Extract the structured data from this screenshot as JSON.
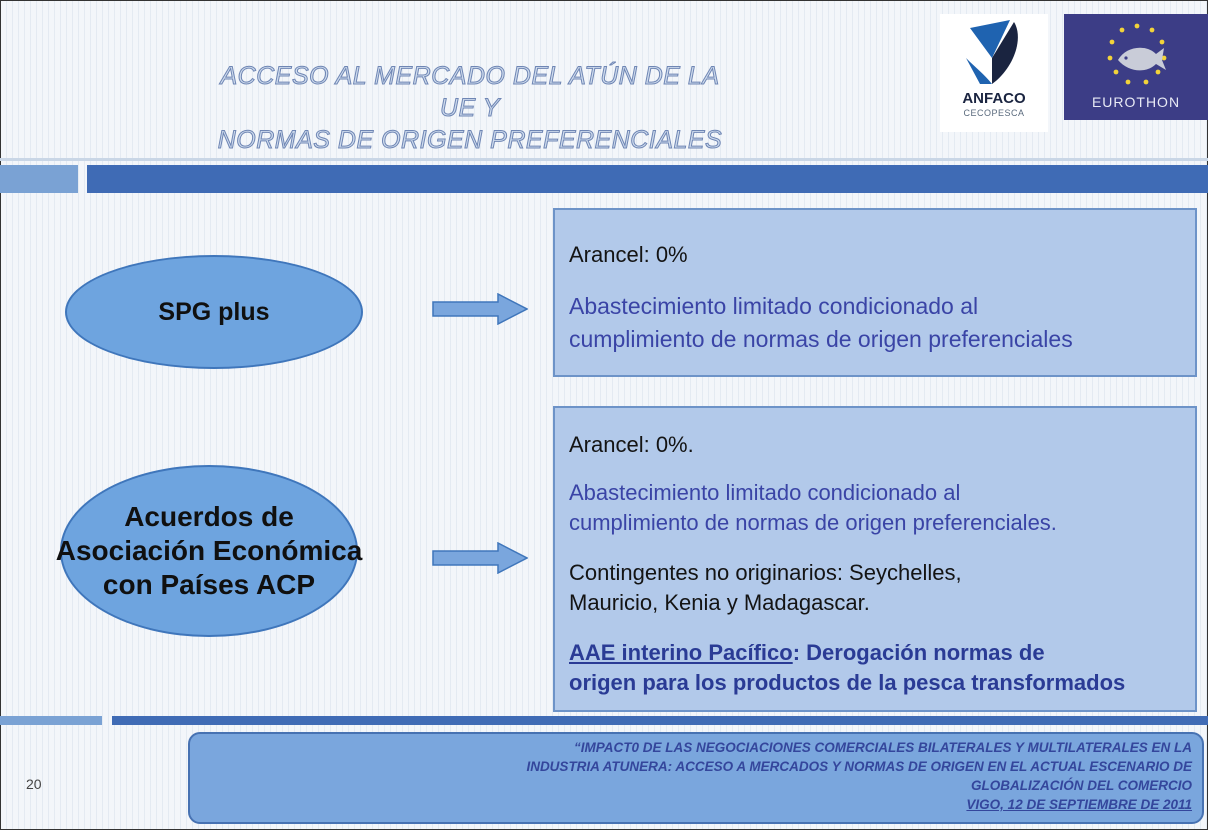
{
  "title": {
    "line1": "ACCESO AL MERCADO DEL ATÚN DE LA UE Y",
    "line2": "NORMAS DE ORIGEN PREFERENCIALES"
  },
  "logos": {
    "anfaco": {
      "name": "ANFACO",
      "sub": "CECOPESCA",
      "icon": "fish-fin-logo-icon"
    },
    "eurothon": {
      "name": "EUROTHON",
      "icon": "tuna-stars-logo-icon"
    }
  },
  "rows": [
    {
      "oval_lines": [
        "SPG plus"
      ],
      "box": [
        {
          "text": "Arancel: 0%",
          "style": "black"
        },
        {
          "text": "Abastecimiento limitado condicionado al",
          "style": "blue"
        },
        {
          "text": "cumplimiento de normas de origen preferenciales",
          "style": "blue"
        }
      ]
    },
    {
      "oval_lines": [
        "Acuerdos de",
        "Asociación Económica",
        "con Países ACP"
      ],
      "box": [
        {
          "text": "Arancel: 0%.",
          "style": "black"
        },
        {
          "text": "Abastecimiento limitado condicionado al",
          "style": "blue"
        },
        {
          "text": "cumplimiento de normas de origen preferenciales.",
          "style": "blue"
        },
        {
          "text": "Contingentes no originarios: Seychelles,",
          "style": "black"
        },
        {
          "text": "Mauricio, Kenia y Madagascar.",
          "style": "black"
        },
        {
          "link": "AAE  interino Pacífico",
          "text": ": Derogación normas de",
          "style": "bold-blue"
        },
        {
          "text": "origen para los productos de la pesca transformados",
          "style": "bold-blue"
        }
      ]
    }
  ],
  "footer": {
    "lines": [
      "“IMPACT0 DE LAS NEGOCIACIONES COMERCIALES BILATERALES Y MULTILATERALES EN LA",
      "INDUSTRIA ATUNERA: ACCESO A MERCADOS Y NORMAS DE ORIGEN EN EL ACTUAL ESCENARIO DE",
      "GLOBALIZACIÓN DEL COMERCIO",
      "VIGO, 12 DE SEPTIEMBRE DE 2011"
    ]
  },
  "page_number": "20",
  "colors": {
    "accent_dark": "#3f6bb5",
    "accent_light": "#7aa2d4",
    "oval": "#6ea4df",
    "box": "#b2c9ea",
    "text_blue": "#3a44a6"
  }
}
